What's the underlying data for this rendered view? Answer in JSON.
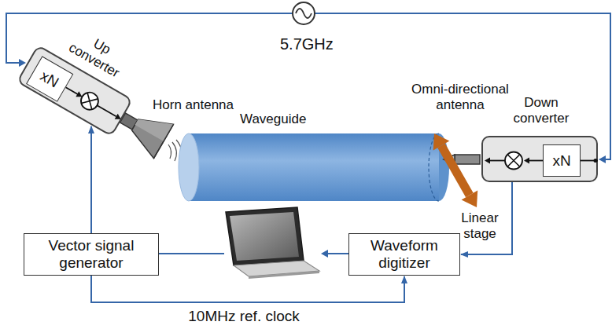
{
  "diagram": {
    "nodes": [
      {
        "text": [
          "Up converter"
        ]
      },
      {
        "text": [
          "xN"
        ],
        "in": 0
      },
      {
        "text": [
          "Down converter"
        ]
      },
      {
        "text": [
          "xN"
        ],
        "in": 2
      },
      {
        "text": [
          "Waveform digitizer"
        ]
      },
      {
        "text": [
          "Vector signal generator"
        ]
      }
    ],
    "edges": [
      {
        "from": 2,
        "to": 4,
        "arrow": "to"
      },
      {
        "from": 5,
        "to": 0,
        "arrow": "to"
      },
      {
        "from": 5,
        "to": 4,
        "arrow": "to",
        "label": "10MHz ref. clock"
      }
    ],
    "labels": [
      "5.7GHz",
      "Horn antenna",
      "Waveguide",
      "Omni-directional antenna",
      "Linear stage"
    ]
  }
}
